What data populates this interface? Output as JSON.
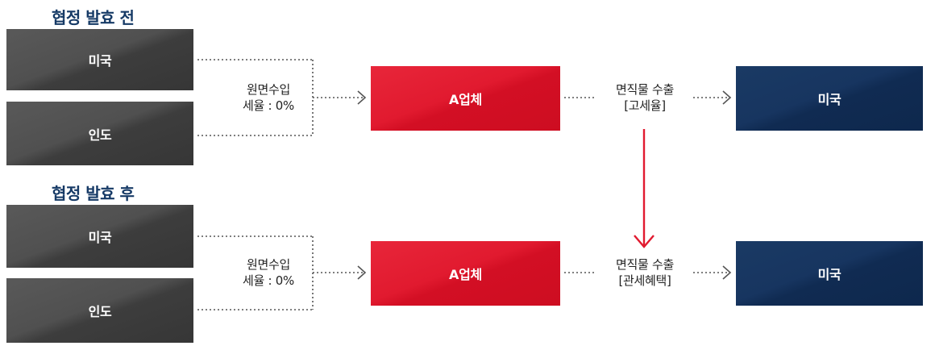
{
  "sections": [
    {
      "heading": "협정 발효 전",
      "source_top": "미국",
      "source_bottom": "인도",
      "import_label_line1": "원면수입",
      "import_label_line2": "세율 : 0%",
      "company": "A업체",
      "export_label_line1": "면직물 수출",
      "export_label_line2": "[고세율]",
      "destination": "미국"
    },
    {
      "heading": "협정 발효 후",
      "source_top": "미국",
      "source_bottom": "인도",
      "import_label_line1": "원면수입",
      "import_label_line2": "세율 : 0%",
      "company": "A업체",
      "export_label_line1": "면직물 수출",
      "export_label_line2": "[관세혜택]",
      "destination": "미국"
    }
  ],
  "colors": {
    "heading": "#163a66",
    "source_box": "#4a4a4a",
    "company_box": "#e11a2f",
    "destination_box": "#163560",
    "transition_arrow": "#e11a2f",
    "dotted_line": "#555555"
  }
}
